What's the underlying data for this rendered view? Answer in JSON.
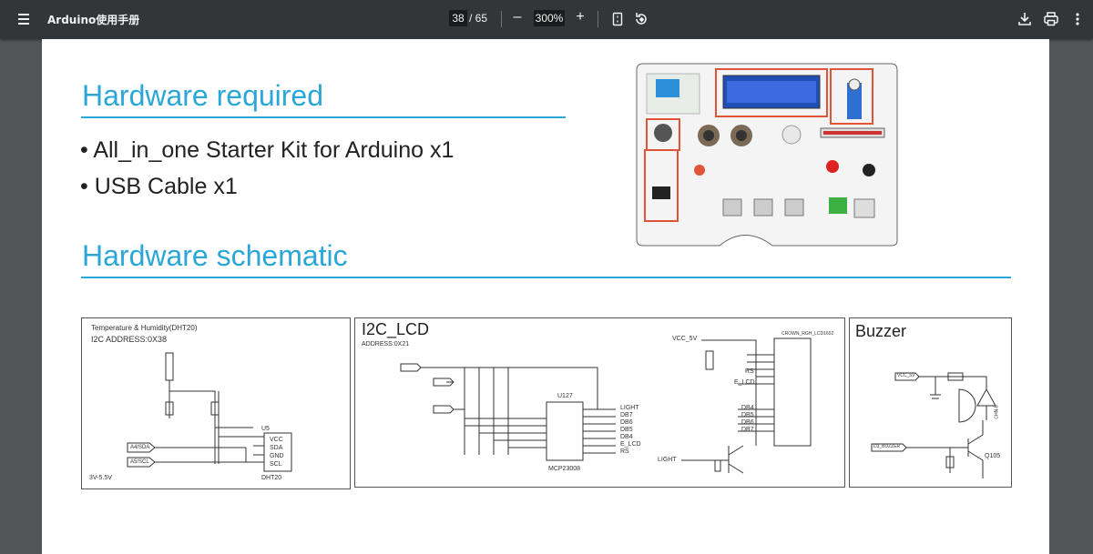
{
  "toolbar": {
    "doc_title": "Arduino使用手册",
    "current_page": "38",
    "total_pages": "/ 65",
    "zoom_minus": "–",
    "zoom_level": "300%",
    "zoom_plus": "+",
    "icons": [
      "menu-icon",
      "fit-page-icon",
      "rotate-icon",
      "download-icon",
      "print-icon",
      "more-vert-icon"
    ]
  },
  "page": {
    "heading_required": "Hardware required",
    "bullets": [
      "• All_in_one Starter Kit for Arduino x1",
      "• USB Cable x1"
    ],
    "heading_schematic": "Hardware schematic",
    "schematics": {
      "dht": {
        "title_line1": "Temperature & Humidity(DHT20)",
        "title_line2": "I2C  ADDRESS:0X38",
        "chip_label": "U5",
        "pins": [
          "VCC",
          "SDA",
          "GND",
          "SCL"
        ],
        "chip_name": "DHT20",
        "sda_tag": "A4/SDA",
        "scl_tag": "A5/SCL",
        "voltage": "3V-5.5V"
      },
      "lcd": {
        "title": "I2C_LCD",
        "address": "ADDRESS:0X21",
        "ic_name": "U127",
        "ic_part": "MCP23008",
        "lcd_header": "CROWN_RGH_LCD1602",
        "vcc": "VCC_5V",
        "signals_right": [
          "LIGHT",
          "DB7",
          "DB6",
          "DB5",
          "DB4",
          "E_LCD",
          "RS"
        ],
        "rs": "RS",
        "e_lcd": "E_LCD",
        "db_labels": [
          "DB4",
          "DB5",
          "DB6",
          "DB7"
        ],
        "light": "LIGHT"
      },
      "buzzer": {
        "title": "Buzzer",
        "vcc_tag": "VCC_5V",
        "input_tag": "D3_BUZZER",
        "transistor": "Q105",
        "part": "CHN-8"
      }
    }
  },
  "colors": {
    "toolbar_bg": "#323639",
    "viewer_bg": "#525659",
    "heading_blue": "#2aa7d6",
    "highlight_red": "#e0553a"
  }
}
